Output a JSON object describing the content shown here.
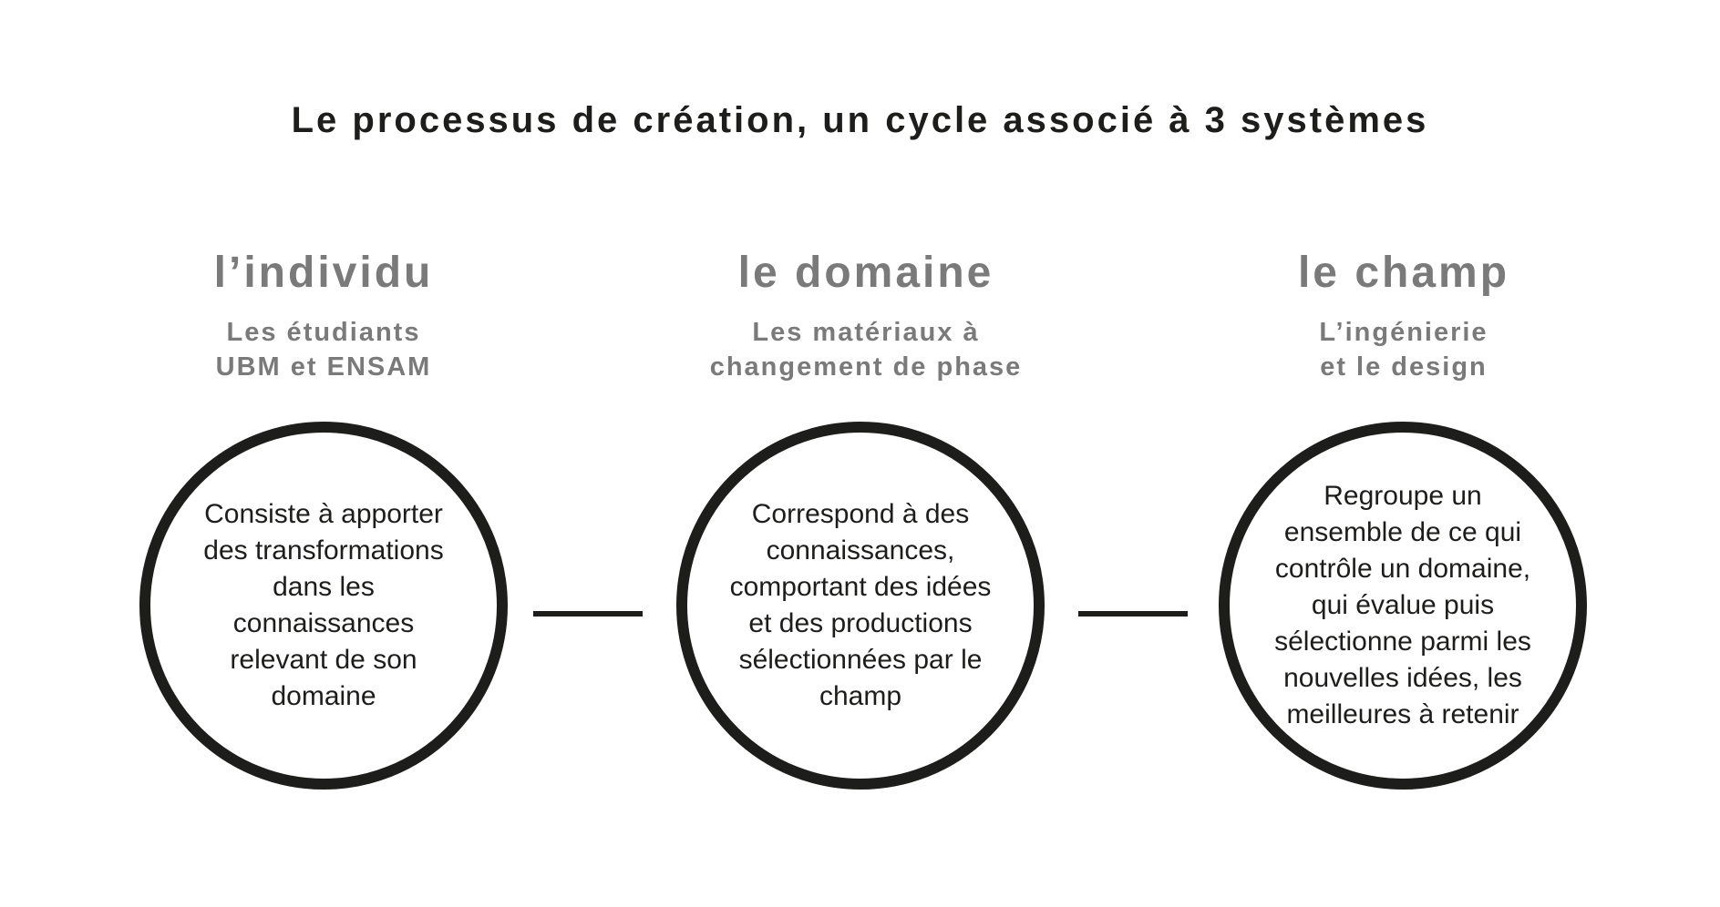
{
  "title": "Le processus de création, un cycle associé à 3 systèmes",
  "systems": [
    {
      "heading": "l’individu",
      "subtitle_line1": "Les étudiants",
      "subtitle_line2": "UBM et ENSAM",
      "description": "Consiste à apporter des transformations dans les connaissances relevant de son domaine"
    },
    {
      "heading": "le domaine",
      "subtitle_line1": "Les matériaux à",
      "subtitle_line2": "changement de phase",
      "description": "Correspond à des connaissances, comportant des idées et des productions sélectionnées par le champ"
    },
    {
      "heading": "le champ",
      "subtitle_line1": "L’ingénierie",
      "subtitle_line2": "et le design",
      "description": "Regroupe un ensemble de ce qui contrôle un domaine, qui évalue puis sélectionne parmi les nouvelles idées, les meilleures à retenir"
    }
  ],
  "colors": {
    "text": "#1d1d1b",
    "heading_gray": "#7a7a7a",
    "circle_stroke": "#1d1d1b",
    "background": "#ffffff"
  }
}
